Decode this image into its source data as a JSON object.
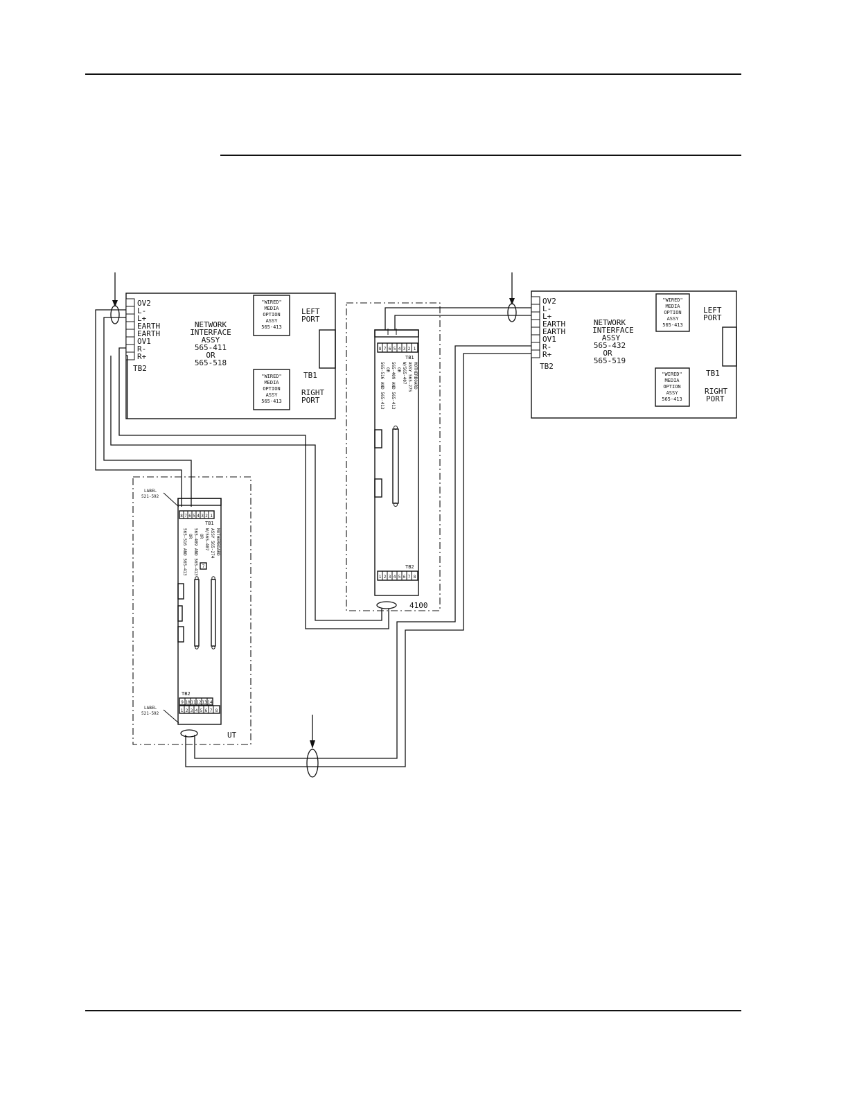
{
  "ni_left": {
    "terminals": [
      "OV2",
      "L-",
      "L+",
      "EARTH",
      "EARTH",
      "OV1",
      "R-",
      "R+"
    ],
    "tb2": "TB2",
    "title": [
      "NETWORK",
      "INTERFACE",
      "ASSY",
      "565-411",
      "OR",
      "565-518"
    ],
    "wmo_top": [
      "\"WIRED\"",
      "MEDIA",
      "OPTION",
      "ASSY",
      "565-413"
    ],
    "wmo_bottom": [
      "\"WIRED\"",
      "MEDIA",
      "OPTION",
      "ASSY",
      "565-413"
    ],
    "left_port": [
      "LEFT",
      "PORT"
    ],
    "right_port": [
      "RIGHT",
      "PORT"
    ],
    "tb1": "TB1"
  },
  "ni_right": {
    "terminals": [
      "OV2",
      "L-",
      "L+",
      "EARTH",
      "EARTH",
      "OV1",
      "R-",
      "R+"
    ],
    "tb2": "TB2",
    "title": [
      "NETWORK",
      "INTERFACE",
      "ASSY",
      "565-432",
      "OR",
      "565-519"
    ],
    "wmo_top": [
      "\"WIRED\"",
      "MEDIA",
      "OPTION",
      "ASSY",
      "565-413"
    ],
    "wmo_bottom": [
      "\"WIRED\"",
      "MEDIA",
      "OPTION",
      "ASSY",
      "565-413"
    ],
    "left_port": [
      "LEFT",
      "PORT"
    ],
    "right_port": [
      "RIGHT",
      "PORT"
    ],
    "tb1": "TB1"
  },
  "panel_4100": {
    "name": "4100",
    "tb1": "TB1",
    "tb2": "TB2",
    "tb1_pins": [
      "8",
      "7",
      "6",
      "5",
      "4",
      "3",
      "2",
      "1"
    ],
    "tb2_pins": [
      "1",
      "2",
      "3",
      "4",
      "5",
      "6",
      "7",
      "8"
    ],
    "mb_text": [
      "MOTHERBOARD",
      "ASSY 565-275",
      "W/565-407",
      "OR",
      "565-409 AND 565-413",
      "OR",
      "565-516 AND 565-413"
    ]
  },
  "panel_ut": {
    "name": "UT",
    "label_top": [
      "LABEL",
      "521-592"
    ],
    "label_bottom": [
      "LABEL",
      "521-592"
    ],
    "tb1": "TB1",
    "tb2": "TB2",
    "tb1_pins": [
      "8",
      "7",
      "6",
      "5",
      "4",
      "3",
      "2",
      "1"
    ],
    "tb2_pins_top": [
      "9",
      "10",
      "11",
      "12",
      "13",
      "14"
    ],
    "tb2_pins_bottom": [
      "1",
      "2",
      "3",
      "4",
      "5",
      "6",
      "7",
      "8"
    ],
    "mb_text": [
      "MOTHERBOARD",
      "ASSY 565-274",
      "W/565-407",
      "OR",
      "565-409 AND 565-413",
      "OR",
      "565-516 AND 565-413"
    ],
    "jumper": "7"
  }
}
